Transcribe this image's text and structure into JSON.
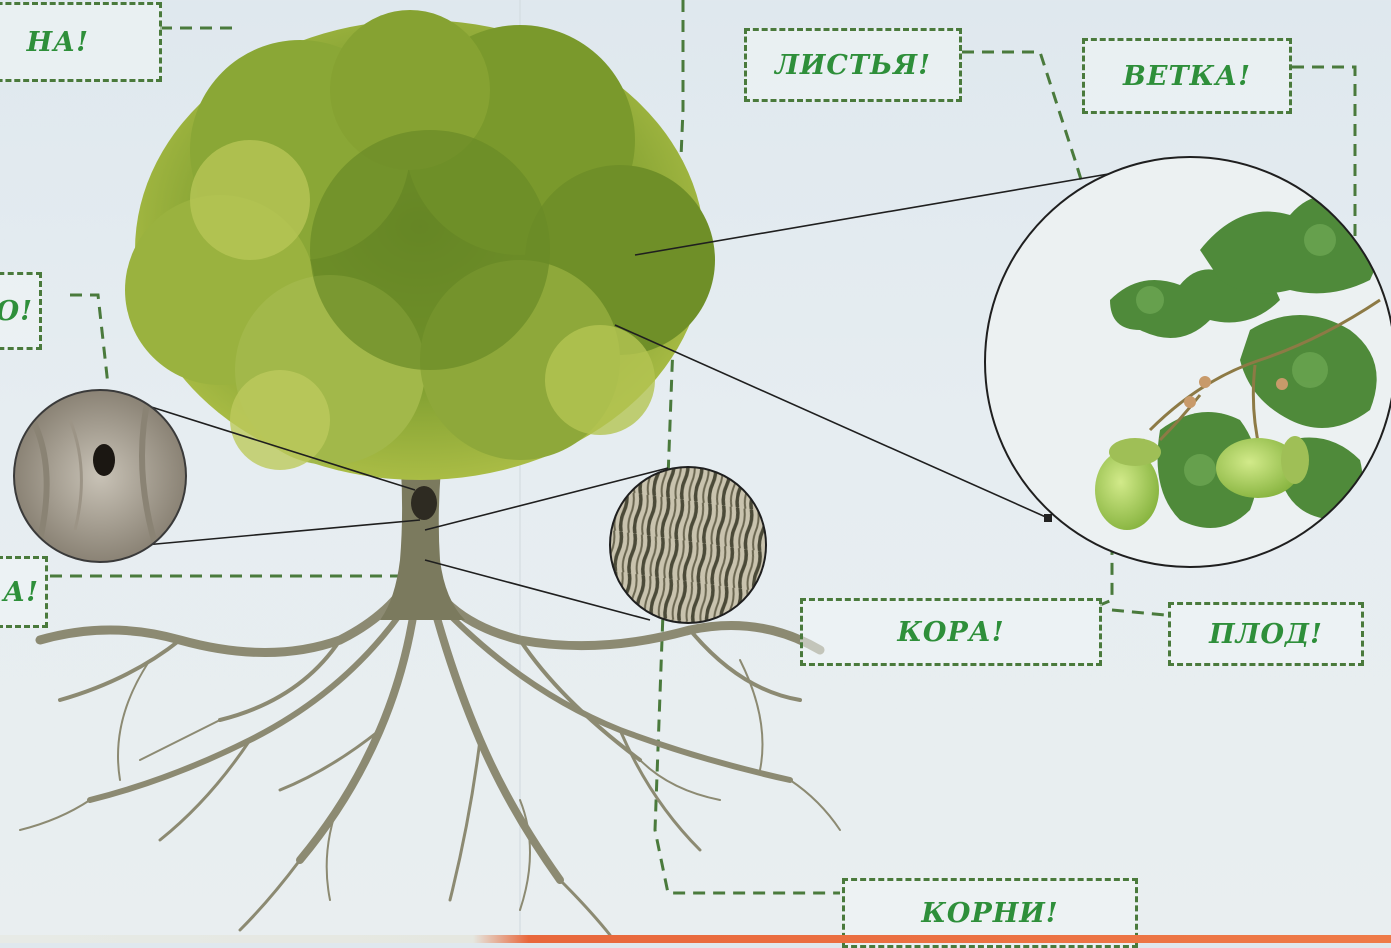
{
  "labels": {
    "crown_partial": "НА!",
    "trunk_partial": "О!",
    "left_partial": "А!",
    "leaves": "ЛИСТЬЯ!",
    "branch": "ВЕТКА!",
    "bark": "КОРА!",
    "fruit": "ПЛОД!",
    "roots": "КОРНИ!"
  },
  "colors": {
    "label_text": "#2e8f3a",
    "dash_line": "#4a7a3c",
    "foliage": "#7a9a2e",
    "roots": "#8c8a72",
    "acorn": "#a8cf5a"
  }
}
